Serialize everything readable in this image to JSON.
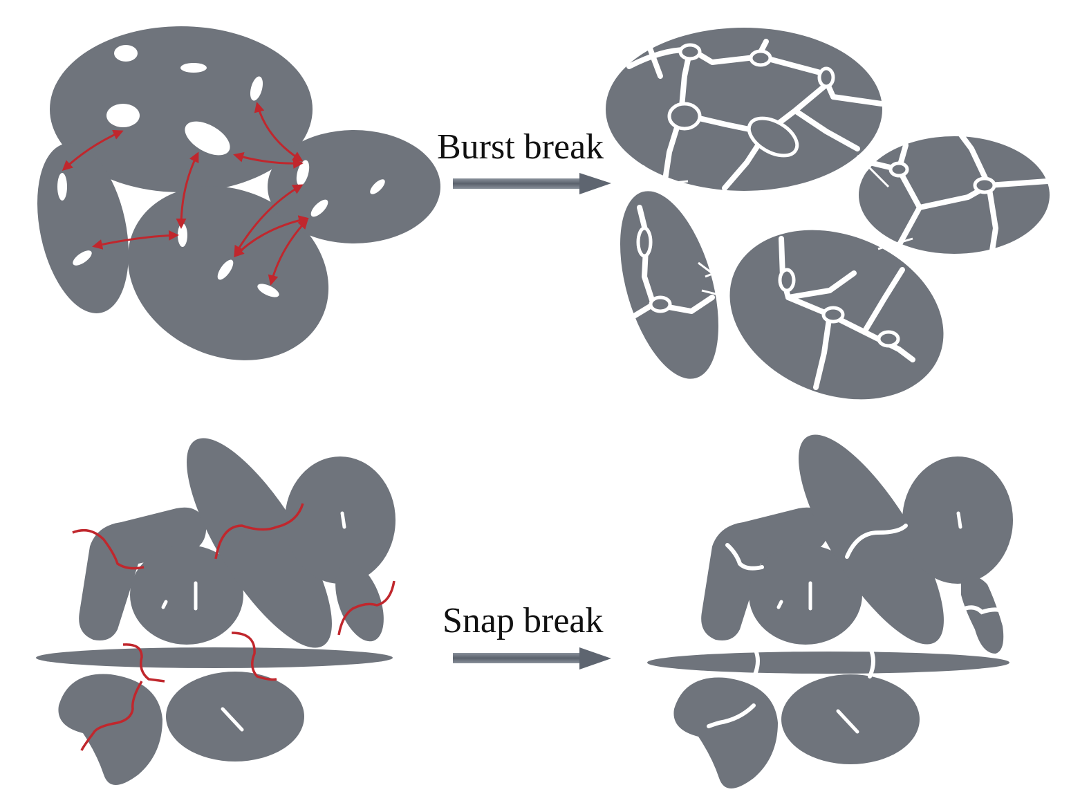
{
  "labels": {
    "burst": "Burst break",
    "snap": "Snap break"
  },
  "colors": {
    "particle": "#6f747c",
    "crack": "#ffffff",
    "stress_arrow": "#c0272d",
    "arrow": "#5e6570",
    "background": "#ffffff"
  },
  "panels": [
    {
      "name": "burst-before",
      "description_visible": false
    },
    {
      "name": "burst-after",
      "description_visible": false
    },
    {
      "name": "snap-before",
      "description_visible": false
    },
    {
      "name": "snap-after",
      "description_visible": false
    }
  ]
}
